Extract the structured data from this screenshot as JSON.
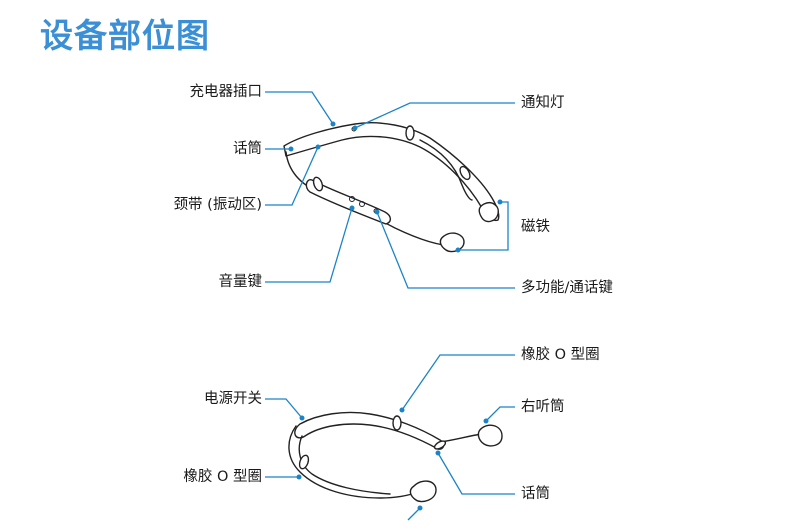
{
  "title": "设备部位图",
  "top_view": {
    "labels": {
      "charging_port": "充电器插口",
      "microphone": "话筒",
      "neckband": "颈带 (振动区)",
      "volume_key": "音量键",
      "notification_light": "通知灯",
      "magnet": "磁铁",
      "multi_function_key": "多功能/通话键"
    }
  },
  "bottom_view": {
    "labels": {
      "power_switch": "电源开关",
      "rubber_o_ring_left": "橡胶 O 型圈",
      "rubber_o_ring_top": "橡胶 O 型圈",
      "right_earpiece": "右听筒",
      "microphone": "话筒"
    }
  },
  "colors": {
    "title": "#3a8fd6",
    "leader": "#1b84c8",
    "line_art": "#222222"
  }
}
